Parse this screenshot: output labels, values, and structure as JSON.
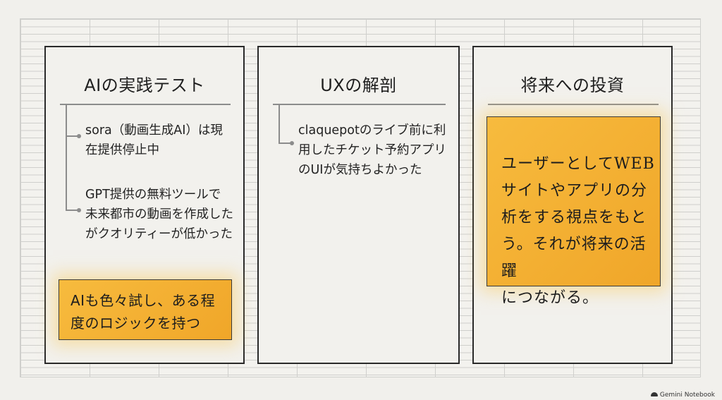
{
  "panels": [
    {
      "title": "AIの実践テスト",
      "bullets": [
        [
          "sora（動画生成AI）は現",
          "在提供停止中"
        ],
        [
          "GPT提供の無料ツールで",
          "未来都市の動画を作成した",
          "がクオリティーが低かった"
        ]
      ],
      "note": [
        "AIも色々試し、ある程",
        "度のロジックを持つ"
      ]
    },
    {
      "title": "UXの解剖",
      "bullets": [
        [
          "claquepotのライブ前に利",
          "用したチケット予約アプリ",
          "のUIが気持ちよかった"
        ]
      ]
    },
    {
      "title": "将来への投資",
      "note": [
        "ユーザーとしてWEB",
        "サイトやアプリの分",
        "析をする視点をもと",
        "う。それが将来の活躍",
        "につながる。"
      ]
    }
  ],
  "footer": {
    "brand": "Gemini Notebook"
  },
  "colors": {
    "note_fill": "#f4ad31",
    "panel_border": "#2a2a2a",
    "tree_line": "#8c8c8c"
  }
}
